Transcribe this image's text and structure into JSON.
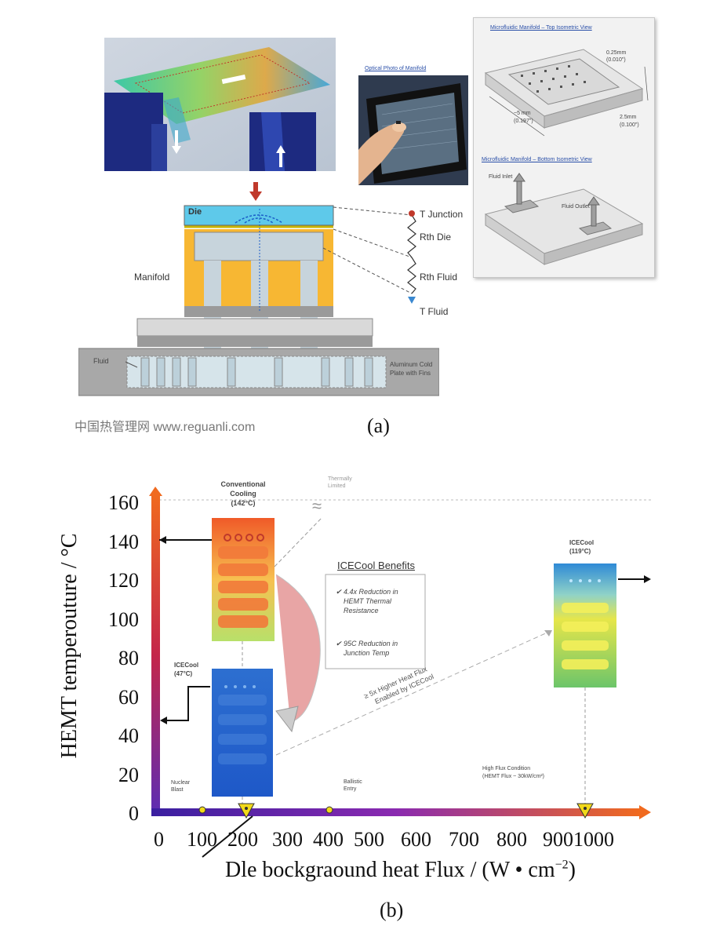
{
  "top": {
    "caption": "(a)",
    "watermark": "中国热管理网 www.reguanli.com",
    "optical_title": "Optical Photo of Manifold",
    "top_iso_title": "Microfluidic Manifold – Top Isometric View",
    "bottom_iso_title": "Microfluidic Manifold – Bottom Isometric View",
    "dim_a": "0.25mm",
    "dim_a2": "(0.010\")",
    "dim_b": "~5 mm",
    "dim_b2": "(0.197\")",
    "dim_c": "2.5mm",
    "dim_c2": "(0.100\")",
    "fluid_inlet": "Fluid Inlet",
    "fluid_outlet": "Fluid Outlet",
    "die": "Die",
    "manifold": "Manifold",
    "fluid": "Fluid",
    "cold_plate": "Aluminum Cold Plate with Fins",
    "t_junction": "T Junction",
    "rth_die": "Rth Die",
    "rth_fluid": "Rth Fluid",
    "t_fluid": "T Fluid"
  },
  "chart": {
    "caption": "(b)",
    "ylabel": "HEMT temperouture / °C",
    "xlabel": "Dle bockgraound heat Flux / (W • cm",
    "xlabel_sup": "−2",
    "xlabel_end": ")",
    "yticks": [
      "0",
      "20",
      "40",
      "60",
      "80",
      "100",
      "120",
      "140",
      "160"
    ],
    "xticks": [
      "0",
      "100",
      "200",
      "300",
      "400",
      "500",
      "600",
      "700",
      "800",
      "900",
      "1000"
    ],
    "conv_title1": "Conventional",
    "conv_title2": "Cooling",
    "conv_title3": "(142°C)",
    "thermally": "Thermally",
    "limited": "Limited",
    "benefits_title": "ICECool Benefits",
    "benefit1_a": "4.4x Reduction in",
    "benefit1_b": "HEMT Thermal",
    "benefit1_c": "Resistance",
    "benefit2_a": "95C Reduction in",
    "benefit2_b": "Junction Temp",
    "icecool_low_1": "ICECool",
    "icecool_low_2": "(47°C)",
    "icecool_high_1": "ICECool",
    "icecool_high_2": "(119°C)",
    "flux_arrow_1": "≥ 5x Higher Heat Flux",
    "flux_arrow_2": "Enabled by ICECool",
    "nuclear_1": "Nuclear",
    "nuclear_2": "Blast",
    "ballistic_1": "Ballistic",
    "ballistic_2": "Entry",
    "highflux_1": "High Flux Condition",
    "highflux_2": "(HEMT Flux ~ 30kW/cm²)"
  }
}
